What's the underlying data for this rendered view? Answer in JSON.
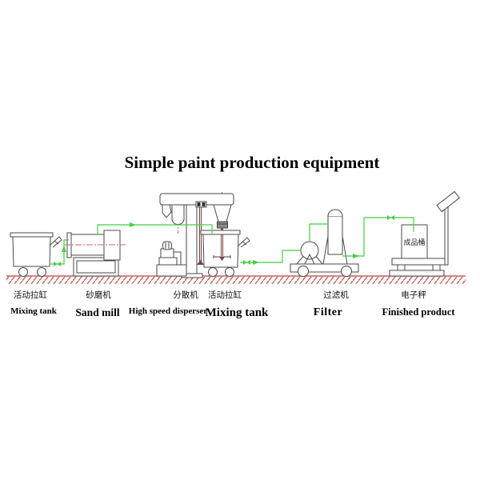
{
  "title": "Simple paint production equipment",
  "colors": {
    "line": "#4a4a4a",
    "green": "#3fd23f",
    "red_centerline": "#cc6666",
    "ground": "#c4635c",
    "shaft": "#7a4040"
  },
  "stations": [
    {
      "id": "mixing-tank-1",
      "zh": "活动拉缸",
      "en": "Mixing tank"
    },
    {
      "id": "sand-mill",
      "zh": "砂磨机",
      "en": "Sand mill"
    },
    {
      "id": "high-speed-disperser",
      "zh": "分散机",
      "en": "High speed disperser"
    },
    {
      "id": "mixing-tank-2",
      "zh": "活动拉缸",
      "en": "Mixing tank"
    },
    {
      "id": "filter",
      "zh": "过滤机",
      "en": "Filter"
    },
    {
      "id": "finished-product",
      "zh": "电子秤",
      "en": "Finished product"
    }
  ],
  "finished_box_label": "成品桶"
}
